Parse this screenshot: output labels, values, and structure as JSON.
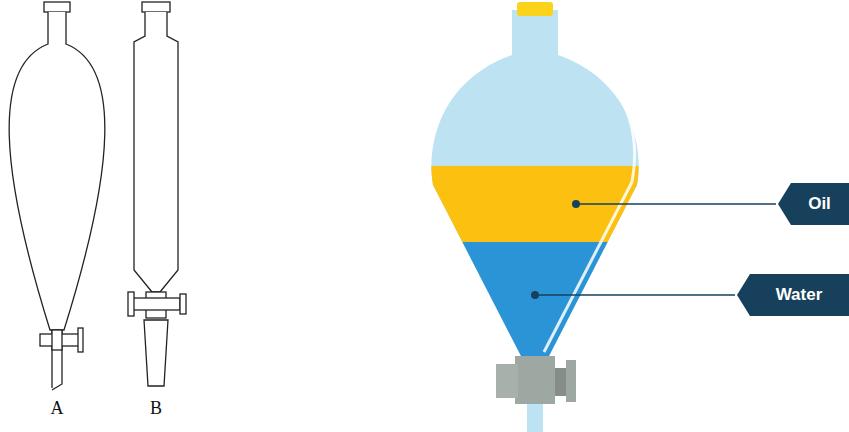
{
  "diagram": {
    "nodes": [
      {
        "text": [
          "Oil"
        ]
      },
      {
        "text": [
          "Water"
        ]
      }
    ],
    "labels": [
      "A",
      "B"
    ]
  }
}
